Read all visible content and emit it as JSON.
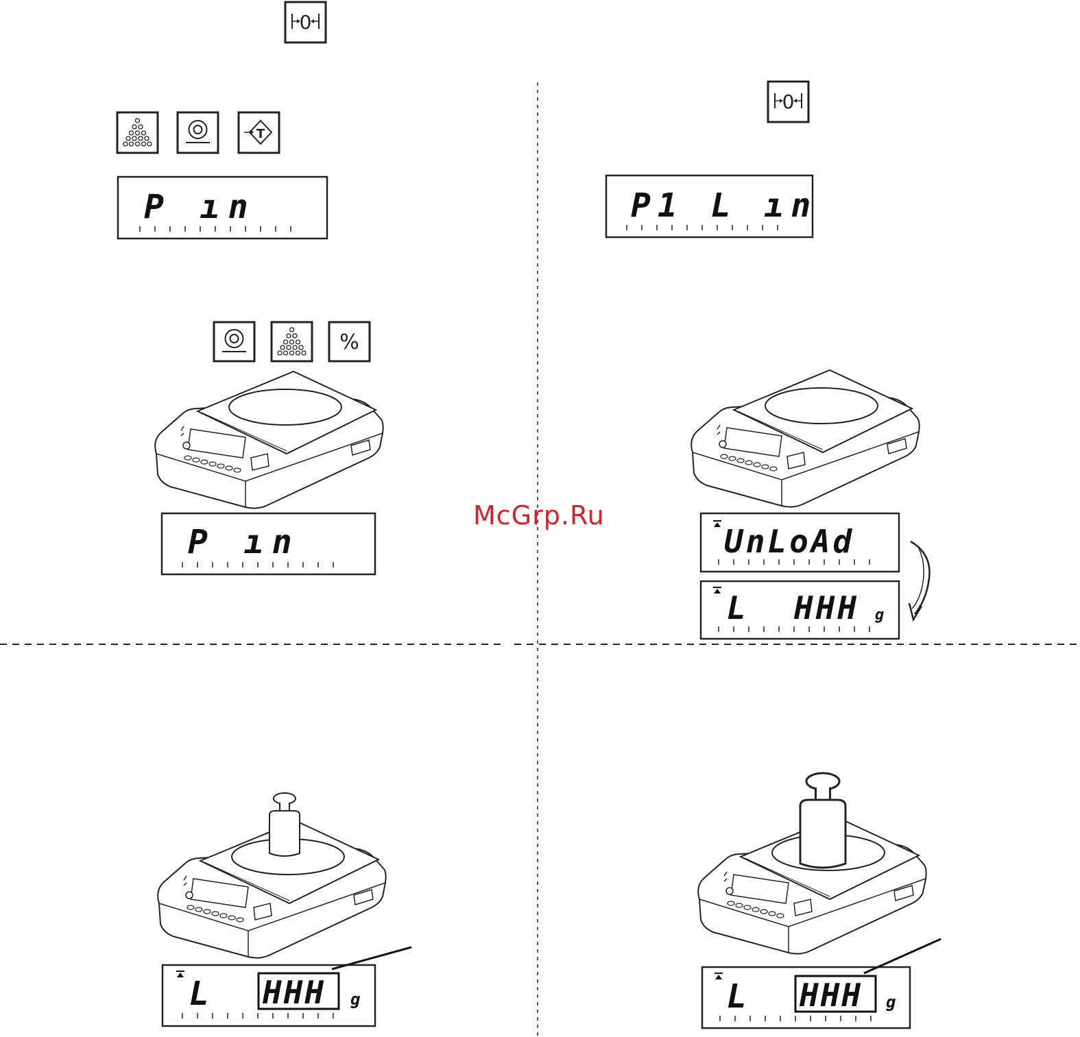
{
  "buttons": {
    "zero_symbol": "0",
    "tare_symbol": "T",
    "percent_symbol": "%"
  },
  "icons": {
    "zero": "zero-button-icon",
    "count": "piece-count-icon",
    "weigh": "weighing-mode-icon",
    "tare": "tare-button-icon",
    "percent": "percent-button-icon"
  },
  "displays": {
    "d1_text": "P  ın",
    "d2_text": "P1 L ın",
    "d3_text": "P  ın",
    "d4_text": "UnLoAd",
    "d5_prefix": "L",
    "d5_text": "HHH",
    "d5_unit": "g",
    "d6_prefix": "L",
    "d6_text": "HHH",
    "d6_unit": "g",
    "d7_prefix": "L",
    "d7_text": "HHH",
    "d7_unit": "g"
  },
  "watermark": "McGrp.Ru",
  "colors": {
    "line": "#222222",
    "watermark": "#d2232a"
  }
}
